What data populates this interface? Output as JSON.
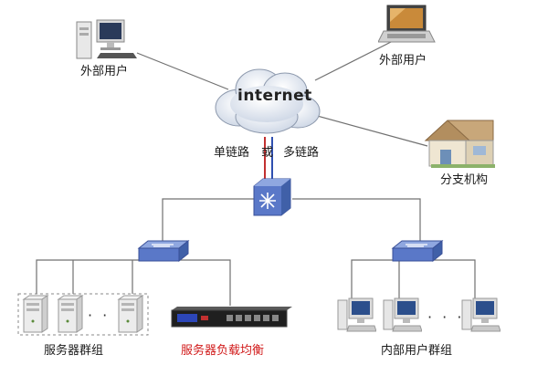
{
  "labels": {
    "external_user_left": "外部用户",
    "external_user_right": "外部用户",
    "cloud": "internet",
    "link_single": "单链路",
    "link_or": "或",
    "link_multi": "多链路",
    "branch": "分支机构",
    "server_group": "服务器群组",
    "load_balancer": "服务器负载均衡",
    "internal_users": "内部用户群组",
    "ellipsis": "· · ·"
  },
  "colors": {
    "accent_label": "#d11a1a",
    "link_red": "#c23030",
    "link_blue": "#2f4fb0",
    "wire": "#707070",
    "switch_blue": "#5a78c8",
    "cloud_fill": "#e9eef6"
  },
  "icons": {
    "desktop": "desktop-computer-icon",
    "laptop": "laptop-icon",
    "house": "house-icon",
    "cloud": "cloud-icon",
    "core_switch": "core-switch-icon",
    "switch": "network-switch-icon",
    "server": "server-tower-icon",
    "appliance": "load-balancer-appliance-icon"
  }
}
